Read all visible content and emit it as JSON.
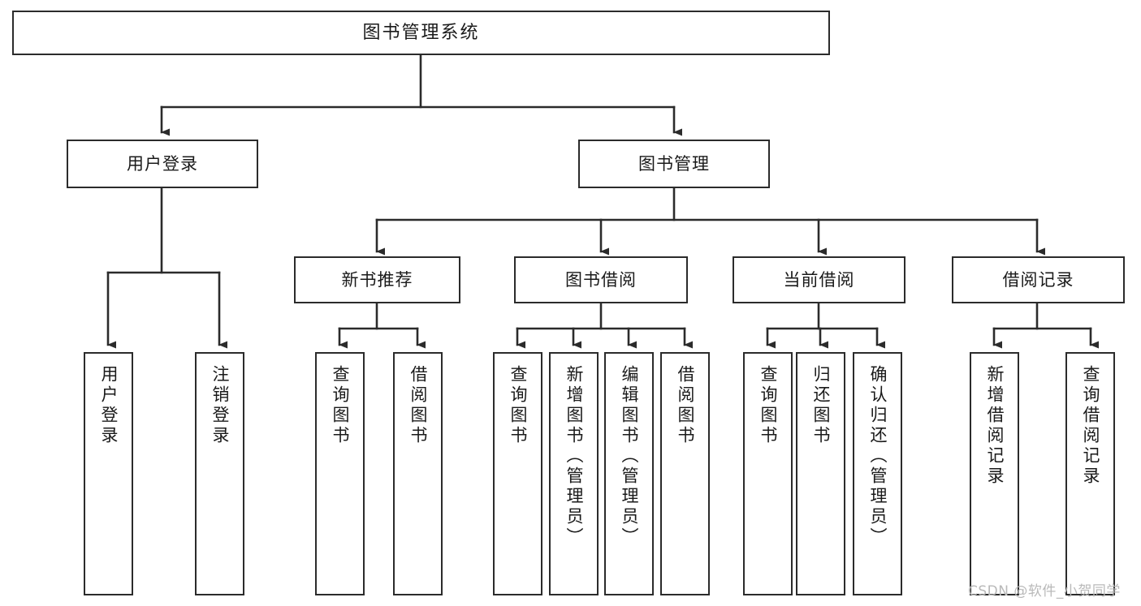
{
  "diagram": {
    "title": "图书管理系统",
    "type": "tree-hierarchy",
    "background_color": "#ffffff",
    "line_color": "#2b2b2b",
    "text_color": "#1a1a1a"
  },
  "nodes": {
    "root": {
      "label": "图书管理系统"
    },
    "level2": [
      {
        "id": "user-login",
        "label": "用户登录"
      },
      {
        "id": "book-manage",
        "label": "图书管理"
      }
    ],
    "level3": [
      {
        "id": "new-book-recommend",
        "label": "新书推荐"
      },
      {
        "id": "book-borrow",
        "label": "图书借阅"
      },
      {
        "id": "current-borrow",
        "label": "当前借阅"
      },
      {
        "id": "borrow-record",
        "label": "借阅记录"
      }
    ],
    "leaves": {
      "user_login": [
        {
          "id": "leaf-user-login",
          "label": "用户登录"
        },
        {
          "id": "leaf-logout",
          "label": "注销登录"
        }
      ],
      "new_book_recommend": [
        {
          "id": "leaf-query-book-1",
          "label": "查询图书"
        },
        {
          "id": "leaf-borrow-book-1",
          "label": "借阅图书"
        }
      ],
      "book_borrow": [
        {
          "id": "leaf-query-book-2",
          "label": "查询图书"
        },
        {
          "id": "leaf-add-book",
          "label": "新增图书（管理员）"
        },
        {
          "id": "leaf-edit-book",
          "label": "编辑图书（管理员）"
        },
        {
          "id": "leaf-borrow-book-2",
          "label": "借阅图书"
        }
      ],
      "current_borrow": [
        {
          "id": "leaf-query-book-3",
          "label": "查询图书"
        },
        {
          "id": "leaf-return-book",
          "label": "归还图书"
        },
        {
          "id": "leaf-confirm-return",
          "label": "确认归还（管理员）"
        }
      ],
      "borrow_record": [
        {
          "id": "leaf-add-record",
          "label": "新增借阅记录"
        },
        {
          "id": "leaf-query-record",
          "label": "查询借阅记录"
        }
      ]
    }
  },
  "watermark": {
    "text": "CSDN @软件_小贺同学"
  }
}
